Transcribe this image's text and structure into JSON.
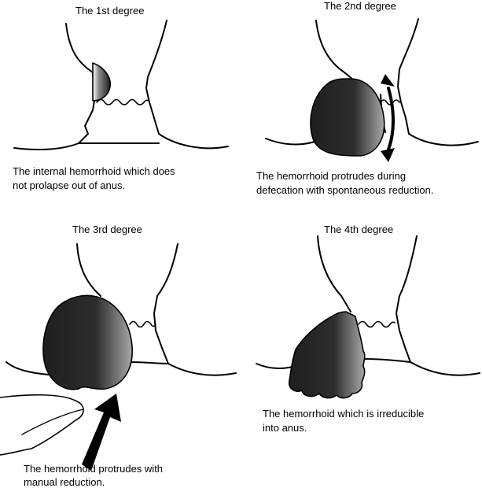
{
  "panels": [
    {
      "title": "The 1st degree",
      "caption": [
        "The internal hemorrhoid which does",
        "not prolapse out of anus."
      ]
    },
    {
      "title": "The 2nd degree",
      "caption": [
        "The hemorrhoid protrudes during",
        "defecation with spontaneous reduction."
      ]
    },
    {
      "title": "The 3rd degree",
      "caption": [
        "The hemorrhoid protrudes with",
        "manual reduction."
      ]
    },
    {
      "title": "The 4th degree",
      "caption": [
        "The hemorrhoid which is irreducible",
        "into anus."
      ]
    }
  ],
  "colors": {
    "hemorrhoid_dark": "#222222",
    "hemorrhoid_light": "#9a9a9a",
    "line": "#000000",
    "background": "#ffffff"
  }
}
